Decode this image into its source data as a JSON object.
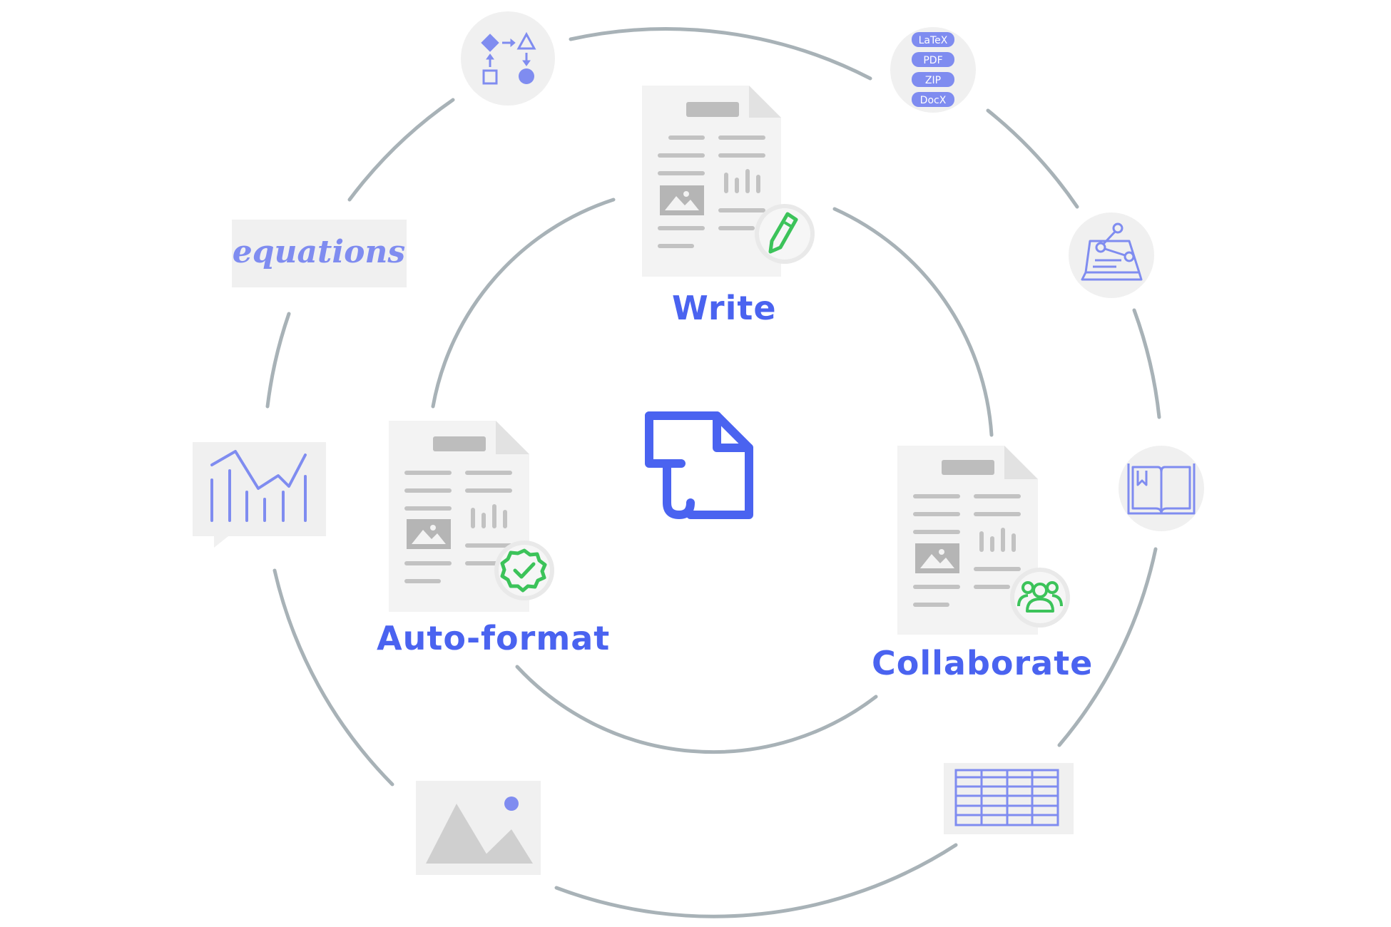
{
  "colors": {
    "ring": "#a8b2b7",
    "accent": "#4a63f0",
    "icon_blue": "#7f8cf0",
    "green": "#3cc35a",
    "doc_bg": "#f3f3f3",
    "doc_line": "#c7c7c7",
    "bubble_bg": "#f0f0f0"
  },
  "stages": {
    "write": "Write",
    "auto_format": "Auto-format",
    "collaborate": "Collaborate"
  },
  "outer_icons": {
    "flowchart": "flowchart-icon",
    "export_formats": [
      "LaTeX",
      "PDF",
      "ZIP",
      "DocX"
    ],
    "references": "reference-graph-icon",
    "book": "book-icon",
    "table": "table-icon",
    "image": "image-icon",
    "chart": "line-chart-icon",
    "equations": "equations"
  },
  "center_logo": "typeset-logo-icon"
}
